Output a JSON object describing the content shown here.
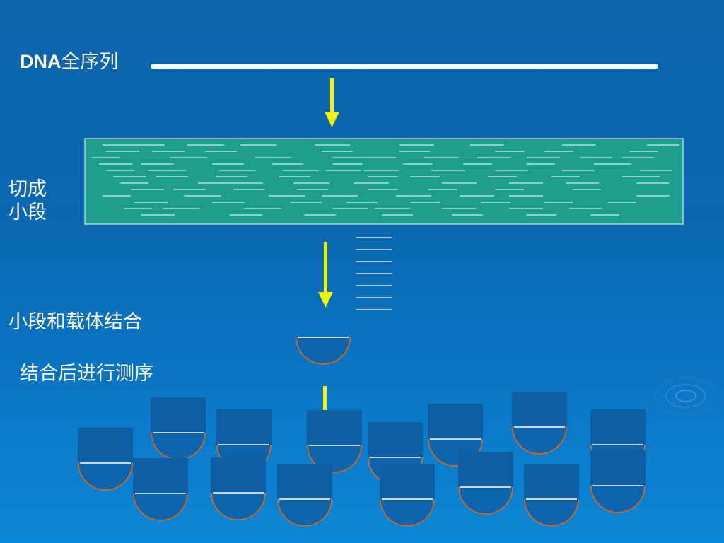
{
  "labels": {
    "dna_prefix": "DNA",
    "dna_suffix": "全序列",
    "cut": "切成小段",
    "combine": "小段和载体结合",
    "sequence": "结合后进行测序"
  },
  "colors": {
    "background": "#0a69b3",
    "arrow": "#f2f20a",
    "fragment_box": "#1f9e8e",
    "vector_cup": "#d2691e",
    "vector_cap": "#0e5ea4",
    "line": "#ffffff"
  }
}
